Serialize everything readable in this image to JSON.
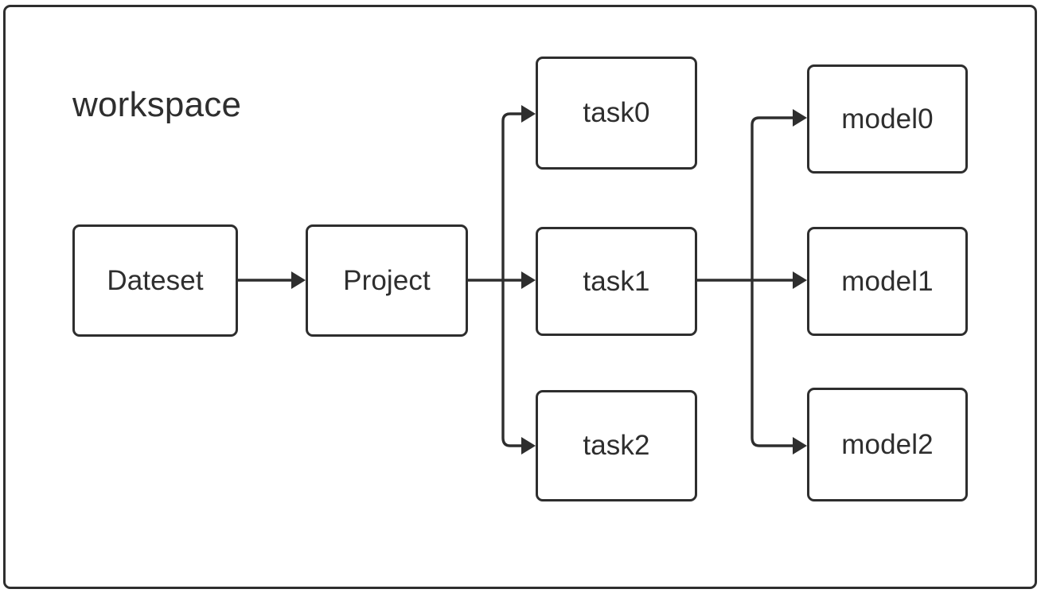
{
  "diagram": {
    "title": "workspace",
    "container_label": "workspace",
    "stroke_color": "#2e2e2e",
    "background_color": "#ffffff",
    "nodes": [
      {
        "id": "dateset",
        "label": "Dateset",
        "column": 0,
        "row": 1
      },
      {
        "id": "project",
        "label": "Project",
        "column": 1,
        "row": 1
      },
      {
        "id": "task0",
        "label": "task0",
        "column": 2,
        "row": 0
      },
      {
        "id": "task1",
        "label": "task1",
        "column": 2,
        "row": 1
      },
      {
        "id": "task2",
        "label": "task2",
        "column": 2,
        "row": 2
      },
      {
        "id": "model0",
        "label": "model0",
        "column": 3,
        "row": 0
      },
      {
        "id": "model1",
        "label": "model1",
        "column": 3,
        "row": 1
      },
      {
        "id": "model2",
        "label": "model2",
        "column": 3,
        "row": 2
      }
    ],
    "edges": [
      {
        "from": "dateset",
        "to": "task0",
        "style": "arrow"
      },
      {
        "from": "project",
        "to": "task0",
        "style": "arrow"
      },
      {
        "from": "project",
        "to": "task1",
        "style": "arrow"
      },
      {
        "from": "project",
        "to": "task2",
        "style": "arrow"
      },
      {
        "from": "task1",
        "to": "model0",
        "style": "arrow"
      },
      {
        "from": "task1",
        "to": "model1",
        "style": "arrow"
      },
      {
        "from": "task1",
        "to": "model2",
        "style": "arrow"
      }
    ]
  }
}
